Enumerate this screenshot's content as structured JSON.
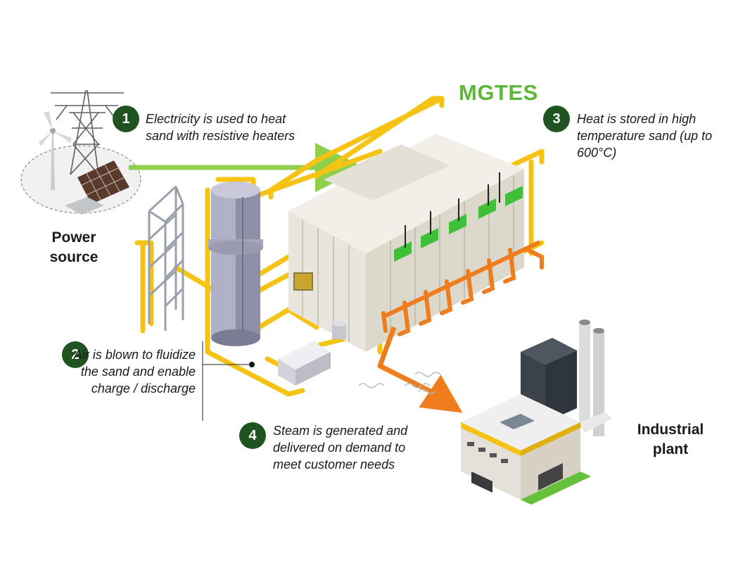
{
  "title": "MGTES",
  "steps": [
    {
      "number": "1",
      "text": "Electricity is used to heat sand with resistive heaters"
    },
    {
      "number": "2",
      "text": "Air is blown to fluidize the sand and enable charge / discharge"
    },
    {
      "number": "3",
      "text": "Heat is stored in high temperature sand (up to 600°C)"
    },
    {
      "number": "4",
      "text": "Steam is generated and delivered on demand to meet customer needs"
    }
  ],
  "labels": {
    "power_source": "Power source",
    "industrial_plant": "Industrial plant"
  },
  "colors": {
    "title_green": "#5db83a",
    "badge_green": "#1f5420",
    "pipe_yellow": "#f5c314",
    "steam_orange": "#ef7d1e",
    "electric_green": "#8fcf4a"
  },
  "icons": [
    "transmission-tower-icon",
    "wind-turbine-icon",
    "solar-panel-icon",
    "silo-icon",
    "blower-icon",
    "factory-icon"
  ]
}
